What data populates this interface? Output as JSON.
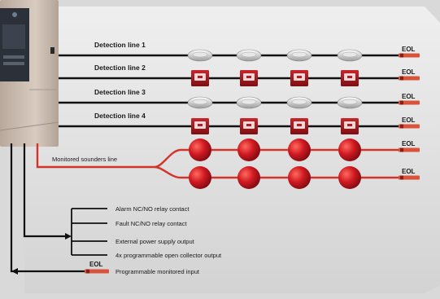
{
  "detection_lines": [
    {
      "label": "Detection line 1",
      "device": "smoke-detector",
      "eol": "EOL"
    },
    {
      "label": "Detection line 2",
      "device": "manual-call-point",
      "eol": "EOL"
    },
    {
      "label": "Detection line 3",
      "device": "smoke-detector",
      "eol": "EOL"
    },
    {
      "label": "Detection line 4",
      "device": "manual-call-point",
      "eol": "EOL"
    }
  ],
  "sounders": {
    "label": "Monitored sounders line",
    "branches": [
      {
        "eol": "EOL"
      },
      {
        "eol": "EOL"
      }
    ]
  },
  "outputs": [
    {
      "label": "Alarm NC/NO relay contact"
    },
    {
      "label": "Fault NC/NO relay contact"
    },
    {
      "label": "External power supply output"
    },
    {
      "label": "4x programmable open collector output"
    }
  ],
  "monitored_input": {
    "label": "Programmable monitored input",
    "eol": "EOL"
  },
  "colors": {
    "panel": "#c9b8ab",
    "wire": "#111111",
    "sounder_wire": "#d2332a",
    "sounder": "#c4141e",
    "call_point": "#a0161c",
    "background": "#e2e2e2"
  }
}
